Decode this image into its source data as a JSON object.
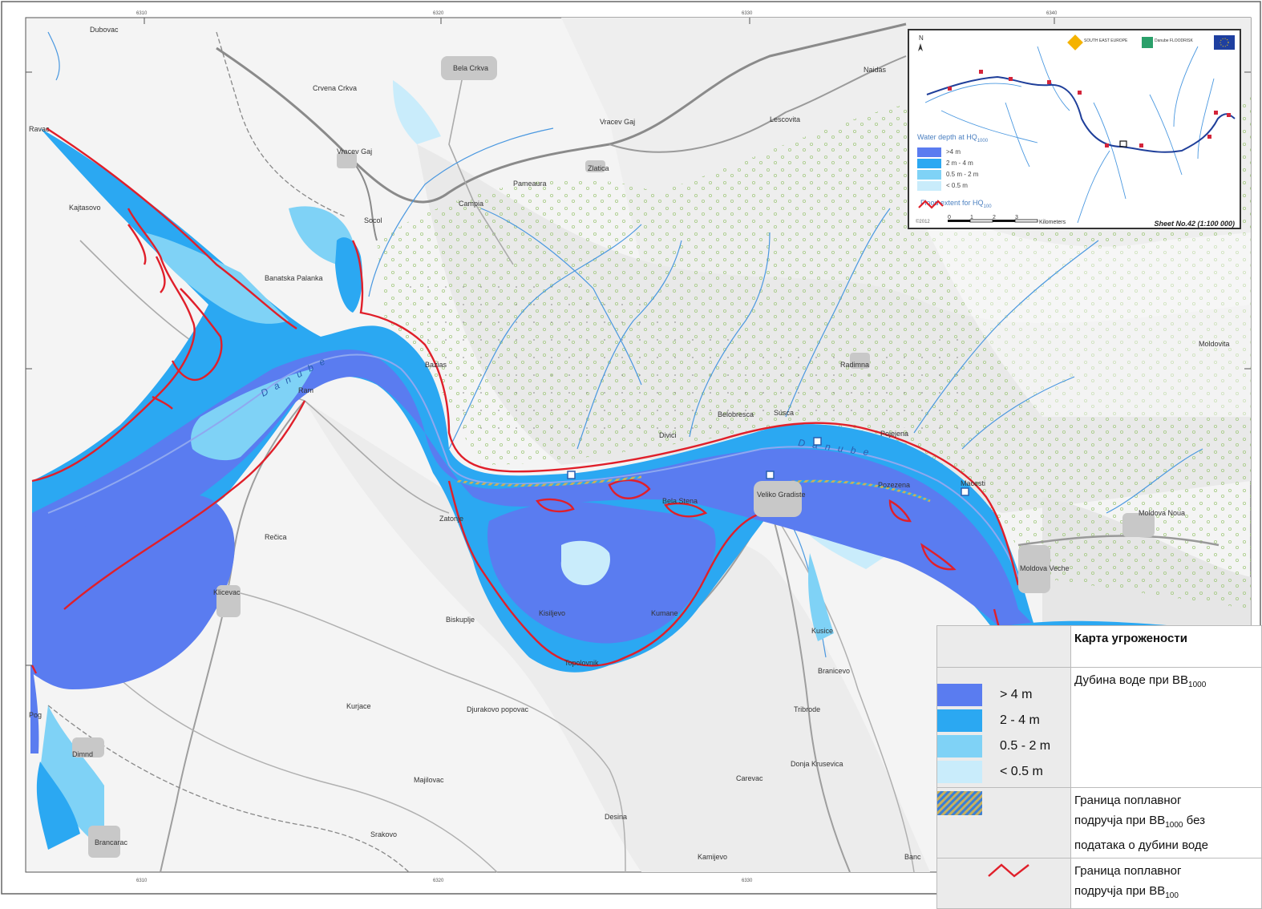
{
  "colors": {
    "depth_gt4": "#5a7cf0",
    "depth_2_4": "#2ba8f2",
    "depth_05_2": "#7fd2f6",
    "depth_lt05": "#c9ecfb",
    "flood_line": "#e01f2a",
    "river": "#4a98e0"
  },
  "map": {
    "rivers": [
      {
        "name": "Danube",
        "label": "D a n u b e"
      },
      {
        "name": "Danube2",
        "label": "D a n u b e"
      }
    ],
    "towns": [
      {
        "name": "Dubovac"
      },
      {
        "name": "Bela Crkva"
      },
      {
        "name": "Crvena Crkva"
      },
      {
        "name": "Vracev Gaj"
      },
      {
        "name": "Vracev Gaj"
      },
      {
        "name": "Zlatica"
      },
      {
        "name": "Pameaura"
      },
      {
        "name": "Campia"
      },
      {
        "name": "Socol"
      },
      {
        "name": "Lescovita"
      },
      {
        "name": "Naidas"
      },
      {
        "name": "Kajtasovo"
      },
      {
        "name": "Banatska Palanka"
      },
      {
        "name": "Bazias"
      },
      {
        "name": "Ram"
      },
      {
        "name": "Radimna"
      },
      {
        "name": "Belobresca"
      },
      {
        "name": "Susca"
      },
      {
        "name": "Divici"
      },
      {
        "name": "Pojejena"
      },
      {
        "name": "Moldovita"
      },
      {
        "name": "Zatonje"
      },
      {
        "name": "Bela Stena"
      },
      {
        "name": "Veliko Gradiste"
      },
      {
        "name": "Pozezena"
      },
      {
        "name": "Macesti"
      },
      {
        "name": "Moldova Noua"
      },
      {
        "name": "Moldova Veche"
      },
      {
        "name": "Rečica"
      },
      {
        "name": "Kisiljevo"
      },
      {
        "name": "Kumane"
      },
      {
        "name": "Biskuplje"
      },
      {
        "name": "Klicevac"
      },
      {
        "name": "Topolovnik"
      },
      {
        "name": "Kusice"
      },
      {
        "name": "Branicevo"
      },
      {
        "name": "Tribrode"
      },
      {
        "name": "Kurjace"
      },
      {
        "name": "Djurakovo popovac"
      },
      {
        "name": "Dimnd"
      },
      {
        "name": "Majilovac"
      },
      {
        "name": "Carevac"
      },
      {
        "name": "Donja Krusevica"
      },
      {
        "name": "Desina"
      },
      {
        "name": "Srakovo"
      },
      {
        "name": "Kamijevo"
      },
      {
        "name": "Brancarac"
      },
      {
        "name": "Banc"
      },
      {
        "name": "Ravac"
      },
      {
        "name": "Pog"
      }
    ],
    "ticks_top": [
      "6310",
      "6320",
      "6330",
      "6340"
    ],
    "ticks_bottom": [
      "6310",
      "6320",
      "6330"
    ]
  },
  "inset": {
    "north": "N",
    "legend_title": "Water depth at HQ1000",
    "legend_title_main": "Water depth at HQ",
    "legend_title_sub": "1000",
    "depth_items": [
      ">4 m",
      "2 m - 4 m",
      "0.5 m - 2 m",
      "< 0.5 m"
    ],
    "flood_label_main": "Flood extent for HQ",
    "flood_label_sub": "100",
    "scale_ticks": [
      "0",
      "1",
      "2",
      "3"
    ],
    "scale_unit": "Kilometers",
    "sheet": "Sheet No.42 (1:100 000)",
    "copyright": "©2012",
    "logo1": "SOUTH EAST EUROPE",
    "logo2": "Danube FLOODRISK"
  },
  "legend": {
    "title": "Карта угрожености",
    "depth_title_main": "Дубина воде при ВВ",
    "depth_title_sub": "1000",
    "depth_items": [
      "> 4 m",
      "2 - 4 m",
      "0.5 - 2 m",
      "< 0.5 m"
    ],
    "boundary1_line1": "Граница поплавног",
    "boundary1_line2_main": "подручја при ВВ",
    "boundary1_line2_sub": "1000",
    "boundary1_line2_tail": " без",
    "boundary1_line3": "података о дубини воде",
    "boundary2_line1": "Граница поплавног",
    "boundary2_line2_main": "подручја при ВВ",
    "boundary2_line2_sub": "100"
  }
}
